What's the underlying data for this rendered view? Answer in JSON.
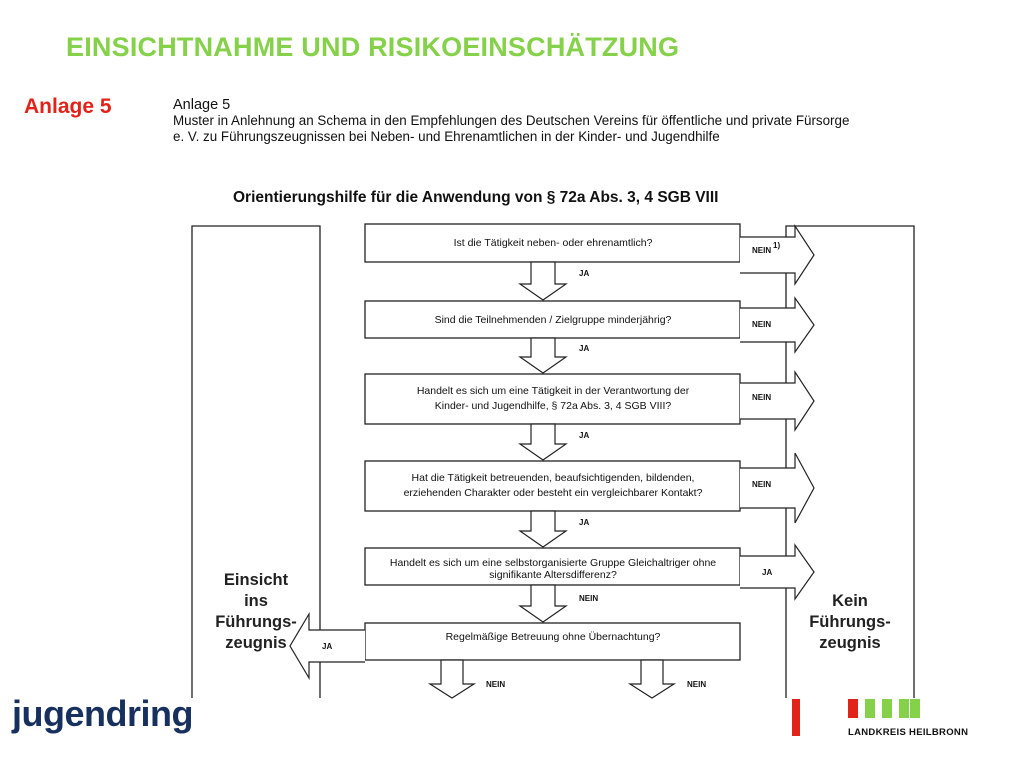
{
  "slide": {
    "title": "EINSICHTNAHME UND RISIKOEINSCHÄTZUNG",
    "side_label": "Anlage 5"
  },
  "document": {
    "heading": "Anlage 5",
    "intro": "Muster in Anlehnung an Schema in den Empfehlungen des Deutschen Vereins für öffentliche und private Fürsorge e. V. zu Führungszeugnissen bei Neben- und Ehrenamtlichen in der Kinder- und Jugendhilfe",
    "subtitle": "Orientierungshilfe für die Anwendung von § 72a Abs. 3, 4 SGB VIII"
  },
  "flowchart": {
    "questions": [
      {
        "line1": "Ist die Tätigkeit neben- oder ehrenamtlich?",
        "line2": ""
      },
      {
        "line1": "Sind die Teilnehmenden / Zielgruppe minderjährig?",
        "line2": ""
      },
      {
        "line1": "Handelt es sich um eine Tätigkeit in der Verantwortung der",
        "line2": "Kinder- und Jugendhilfe, § 72a Abs. 3, 4 SGB VIII?"
      },
      {
        "line1": "Hat die Tätigkeit betreuenden, beaufsichtigenden, bildenden,",
        "line2": "erziehenden Charakter oder besteht ein vergleichbarer Kontakt?"
      },
      {
        "line1": "Handelt es sich um eine selbstorganisierte Gruppe Gleichaltriger ohne",
        "line2": "signifikante Altersdifferenz?"
      },
      {
        "line1": "Regelmäßige Betreuung ohne Übernachtung?",
        "line2": ""
      }
    ],
    "down_labels": [
      "JA",
      "JA",
      "JA",
      "JA",
      "NEIN"
    ],
    "side_labels": [
      "NEIN",
      "NEIN",
      "NEIN",
      "NEIN",
      "JA"
    ],
    "footnote_mark": "1)",
    "left_arrow_label": "JA",
    "bottom_labels": [
      "NEIN",
      "NEIN"
    ],
    "left_result": [
      "Einsicht",
      "ins",
      "Führungs-",
      "zeugnis"
    ],
    "right_result": [
      "Kein",
      "Führungs-",
      "zeugnis"
    ]
  },
  "footer": {
    "logo_left": "jugendring",
    "logo_right": "LANDKREIS HEILBRONN",
    "bar_colors": [
      "#e2231a",
      "#86d14a",
      "#86d14a",
      "#86d14a",
      "#86d14a"
    ]
  }
}
